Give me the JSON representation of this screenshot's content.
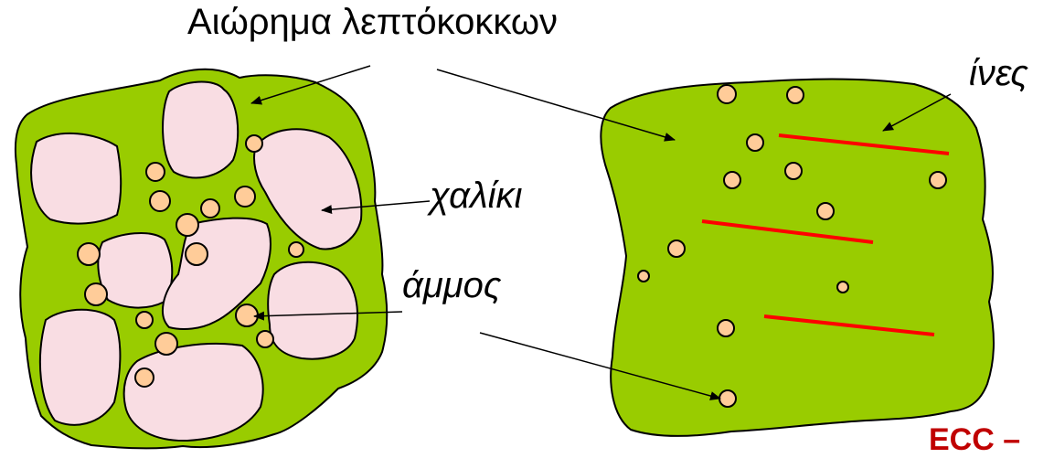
{
  "labels": {
    "suspension": "Αιώρημα λεπτόκοκκων",
    "fibers": "ίνες",
    "gravel": "χαλίκι",
    "sand": "άμμος",
    "ecc": "ECC –"
  },
  "colors": {
    "matrix_green": "#99cc00",
    "gravel_pink": "#f9dde3",
    "sand_tan": "#ffcc99",
    "fiber_red": "#ff0000",
    "ecc_text": "#c00000"
  }
}
